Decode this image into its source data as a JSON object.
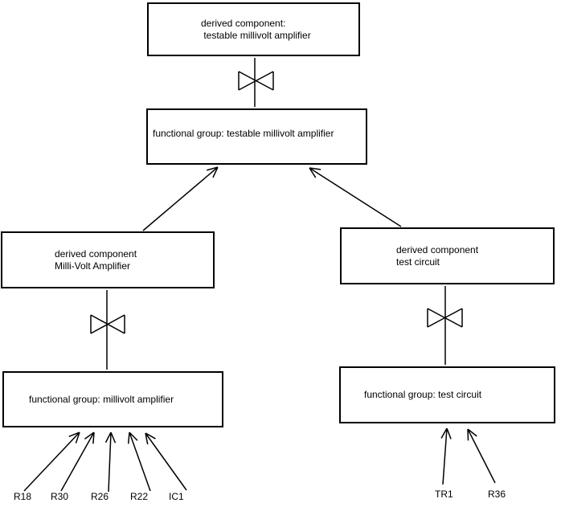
{
  "diagram": {
    "background_color": "#ffffff",
    "line_color": "#000000",
    "boxes": {
      "derived_testable": {
        "line1": "derived component:",
        "line2": " testable millivolt amplifier"
      },
      "fg_testable": {
        "label": "functional group: testable millivolt amplifier"
      },
      "derived_mva": {
        "line1": "derived component",
        "line2": "Milli-Volt Amplifier"
      },
      "fg_mva": {
        "label": "functional group: millivolt amplifier"
      },
      "derived_test": {
        "line1": "derived component",
        "line2": "test circuit"
      },
      "fg_test": {
        "label": "functional group: test circuit"
      }
    },
    "part_labels_left": [
      "R18",
      "R30",
      "R26",
      "R22",
      "IC1"
    ],
    "part_labels_right": [
      "TR1",
      "R36"
    ]
  }
}
